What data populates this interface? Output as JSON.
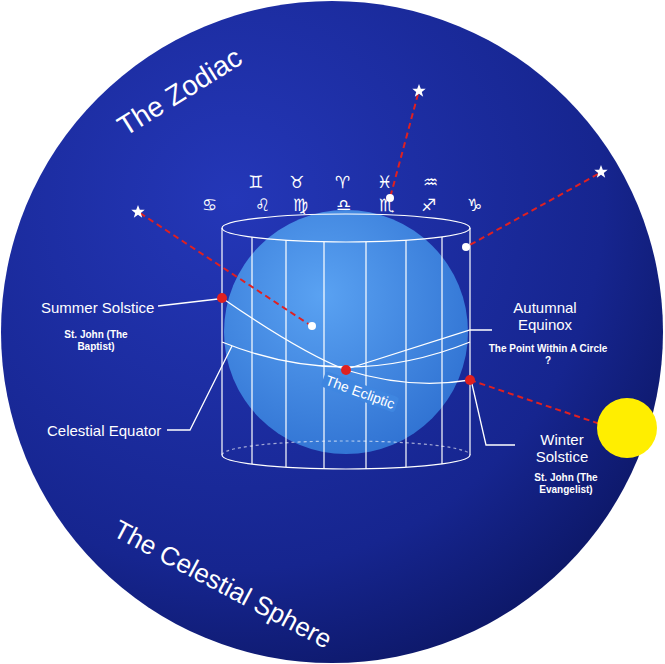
{
  "diagram": {
    "labels": [
      "The Zodiac",
      "The Celestial Sphere",
      "♊",
      "♉",
      "♈",
      "♓",
      "♒",
      "♋",
      "♌",
      "♍",
      "♎",
      "♏",
      "♐",
      "♑",
      "Summer Solstice",
      "St. John (The Baptist)",
      "Autumnal Equinox",
      "The Point Within A Circle ?",
      "The Ecliptic",
      "Celestial Equator",
      "Winter Solstice",
      "St. John (The Evangelist)"
    ]
  }
}
